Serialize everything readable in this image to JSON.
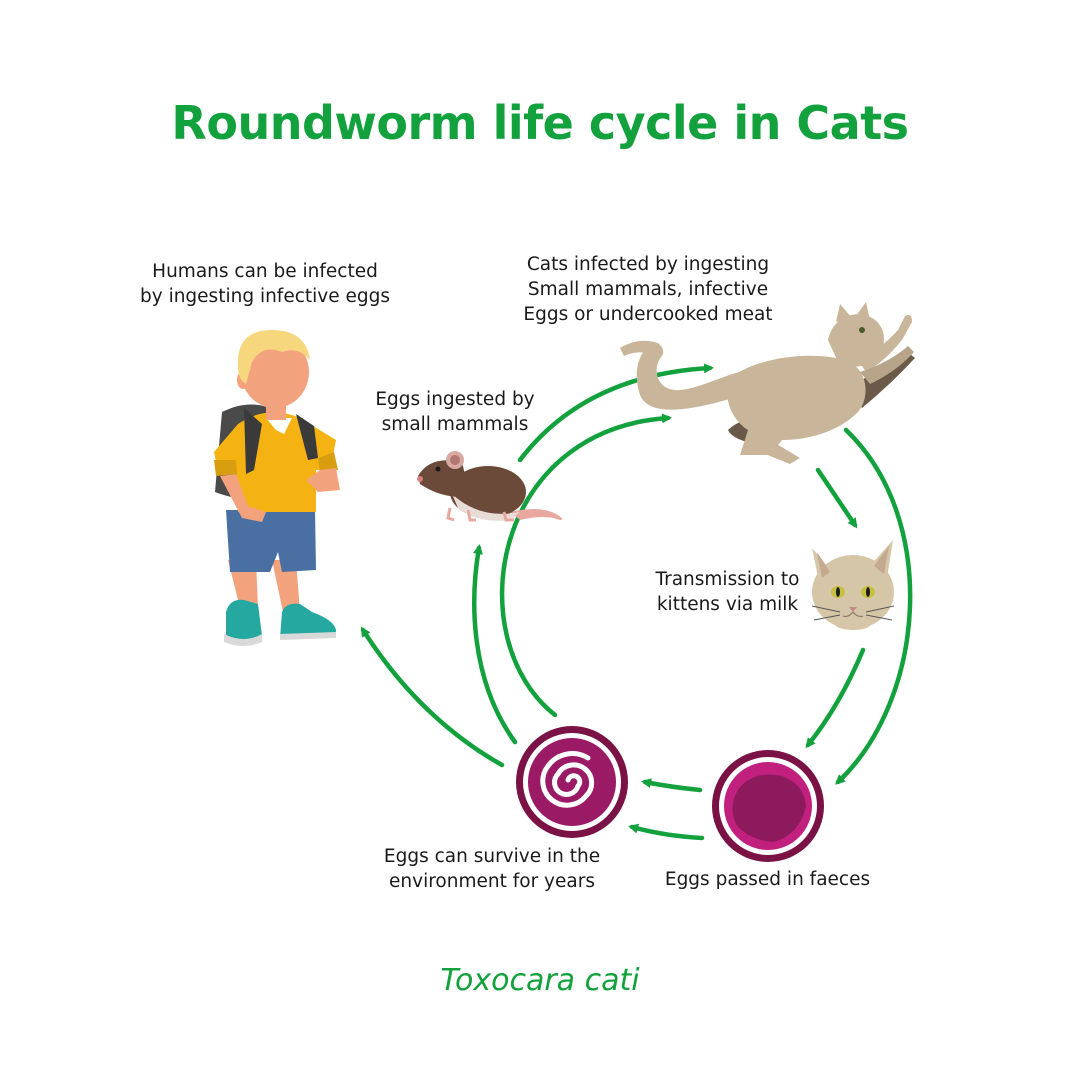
{
  "title": "Roundworm life cycle in Cats",
  "species": "Toxocara cati",
  "labels": {
    "humans": [
      "Humans can be infected",
      "by ingesting infective eggs"
    ],
    "cats": [
      "Cats infected by ingesting",
      "Small mammals, infective",
      "Eggs or undercooked meat"
    ],
    "mammals": [
      "Eggs ingested by",
      "small mammals"
    ],
    "kittens": [
      "Transmission to",
      "kittens via milk"
    ],
    "eggs_survive": [
      "Eggs can survive in the",
      "environment for years"
    ],
    "eggs_faeces": [
      "Eggs passed in faeces"
    ]
  },
  "colors": {
    "green": "#12a13c",
    "egg_ring": "#7a1245",
    "egg_fill": "#9b1a66",
    "egg_light": "#c2207e"
  },
  "icons": [
    "boy-figure",
    "rat-figure",
    "adult-cat-figure",
    "kitten-face",
    "embryonated-egg-icon",
    "faeces-egg-icon"
  ]
}
